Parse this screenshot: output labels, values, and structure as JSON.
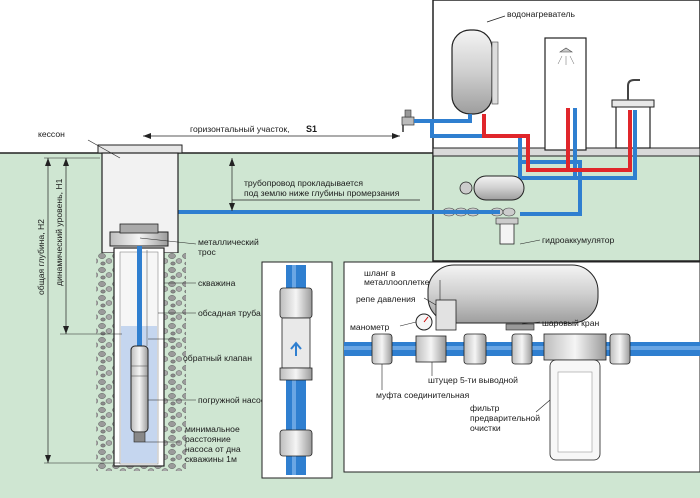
{
  "labels": {
    "water_heater": "водонагреватель",
    "caisson": "кессон",
    "horizontal_section": "горизонтальный участок,",
    "horizontal_section_sym": "S1",
    "pipeline_line1": "трубопровод прокладывается",
    "pipeline_line2": "под землю ниже глубины промерзания",
    "hydro_accumulator": "гидроаккумулятор",
    "metal_cable_line1": "металлический",
    "metal_cable_line2": "трос",
    "borehole": "скважина",
    "casing_pipe": "обсадная труба",
    "check_valve": "обратный клапан",
    "submersible_pump": "погружной насос",
    "min_distance_line1": "минимальное",
    "min_distance_line2": "расстояние",
    "min_distance_line3": "насоса от дна",
    "min_distance_line4": "скважины 1м",
    "total_depth": "общая глубина, H2",
    "dynamic_level": "динамический уровень, H1",
    "hose_line1": "шланг в",
    "hose_line2": "металлооплетке",
    "pressure_relay": "репе давления",
    "manometer": "манометр",
    "ball_valve": "шаровый кран",
    "fitting": "штуцер 5-ти выводной",
    "coupling": "муфта соединительная",
    "filter_line1": "фильтр",
    "filter_line2": "предварительной",
    "filter_line3": "очистки"
  },
  "colors": {
    "ground": "#cfe6d2",
    "house_floor": "#d9d9d9",
    "water_pipe": "#2f7fd0",
    "hot_pipe": "#e0262b",
    "gravel": "#8a8a8a",
    "caisson": "#f2f2f2",
    "outline": "#222222"
  }
}
